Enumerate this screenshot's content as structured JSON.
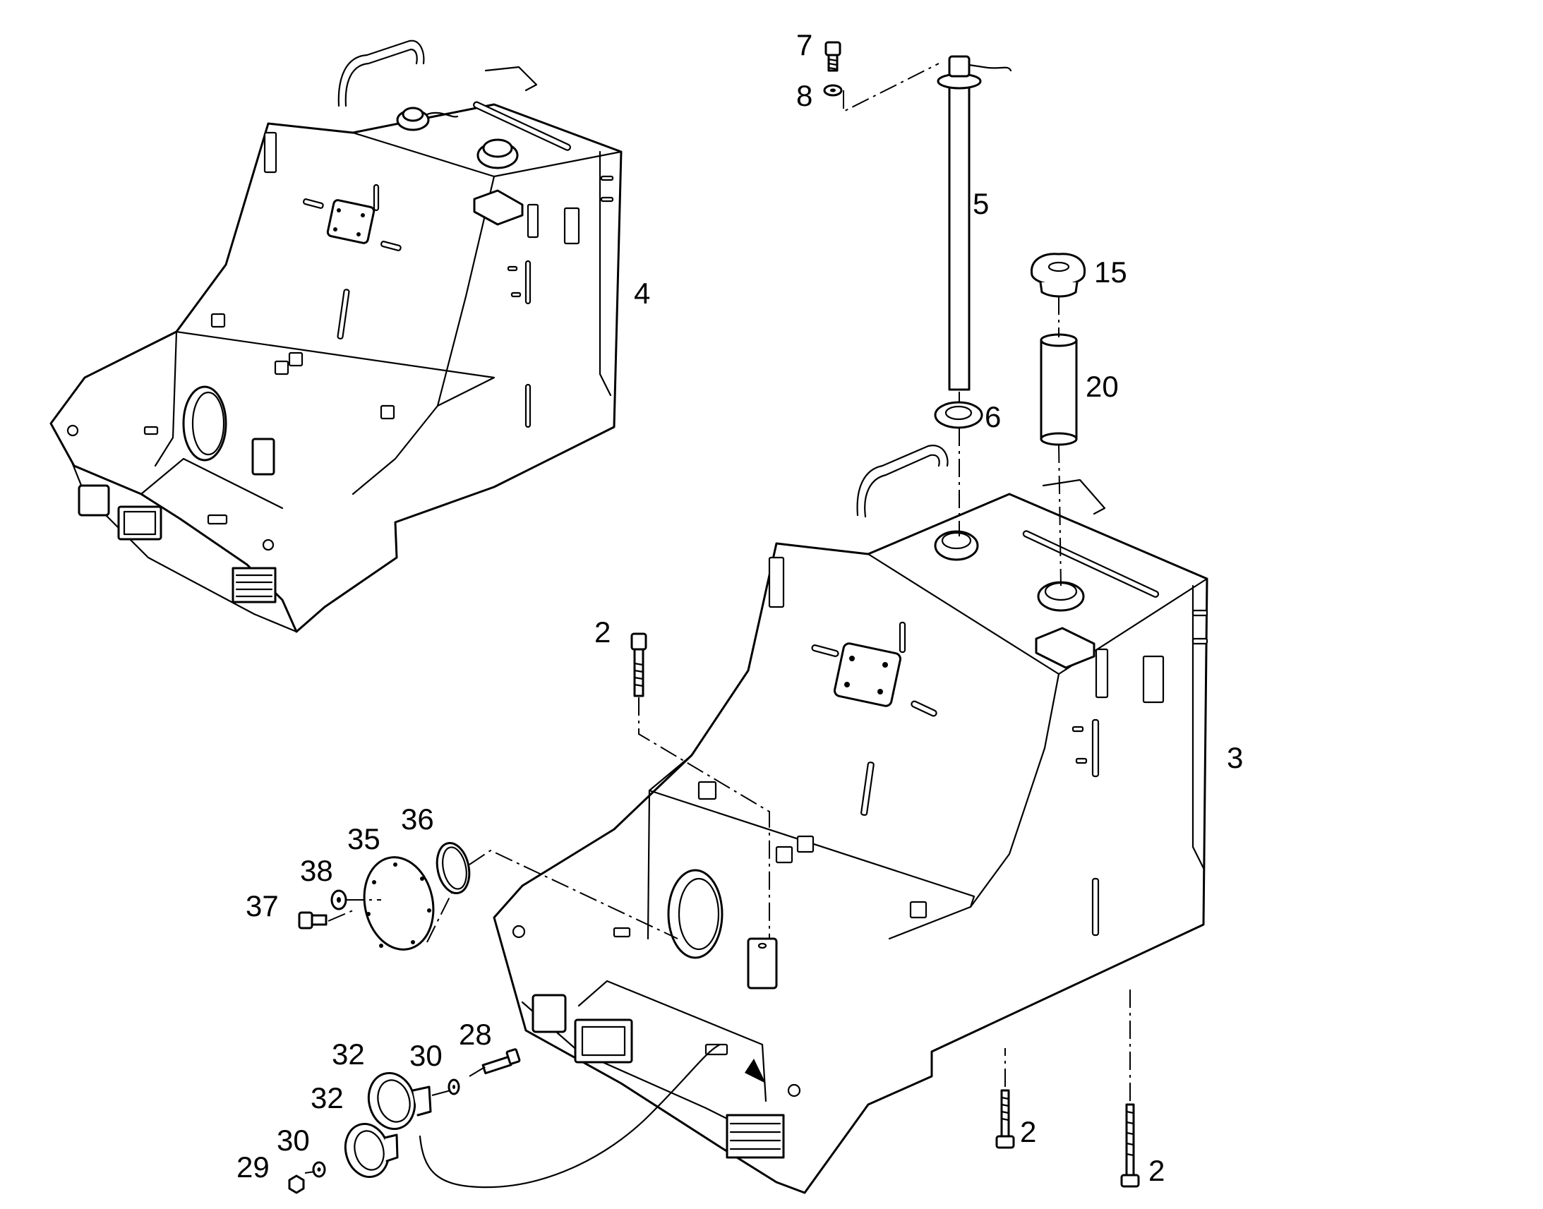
{
  "colors": {
    "line": "#000000",
    "background": "#ffffff"
  },
  "callouts": {
    "c7": "7",
    "c8": "8",
    "c5": "5",
    "c15": "15",
    "c20": "20",
    "c6": "6",
    "c4": "4",
    "c3": "3",
    "c2_top": "2",
    "c2_mid": "2",
    "c2_right": "2",
    "c36": "36",
    "c35": "35",
    "c38": "38",
    "c37": "37",
    "c28": "28",
    "c32_top": "32",
    "c30_top": "30",
    "c32_bottom": "32",
    "c30_bottom": "30",
    "c29": "29"
  }
}
